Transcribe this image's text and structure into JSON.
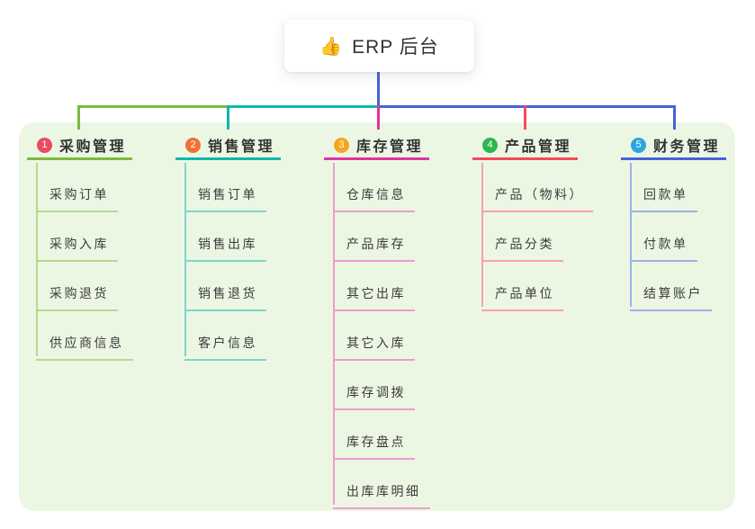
{
  "root": {
    "icon": "👍",
    "label": "ERP 后台"
  },
  "branches": [
    {
      "num": "1",
      "label": "采购管理",
      "children": [
        "采购订单",
        "采购入库",
        "采购退货",
        "供应商信息"
      ],
      "colors": {
        "badge": "#e94b60",
        "line": "#7cb93f",
        "child_line": "#b4da90"
      }
    },
    {
      "num": "2",
      "label": "销售管理",
      "children": [
        "销售订单",
        "销售出库",
        "销售退货",
        "客户信息"
      ],
      "colors": {
        "badge": "#ef7136",
        "line": "#10b7a8",
        "child_line": "#7ed5cc"
      }
    },
    {
      "num": "3",
      "label": "库存管理",
      "children": [
        "仓库信息",
        "产品库存",
        "其它出库",
        "其它入库",
        "库存调拨",
        "库存盘点",
        "出库库明细"
      ],
      "colors": {
        "badge": "#f5a41f",
        "line": "#de359c",
        "child_line": "#ef9ad0"
      }
    },
    {
      "num": "4",
      "label": "产品管理",
      "children": [
        "产品（物料）",
        "产品分类",
        "产品单位"
      ],
      "colors": {
        "badge": "#2eb551",
        "line": "#f7495d",
        "child_line": "#f9a0aa"
      }
    },
    {
      "num": "5",
      "label": "财务管理",
      "children": [
        "回款单",
        "付款单",
        "结算账户"
      ],
      "colors": {
        "badge": "#2ba5e0",
        "line": "#4763d8",
        "child_line": "#9cb1ea"
      }
    }
  ],
  "colors": {
    "root_connector": "#4763d8",
    "panel_bg": "#ecf7e3",
    "root_card_bg": "#ffffff",
    "text": "#333333"
  }
}
